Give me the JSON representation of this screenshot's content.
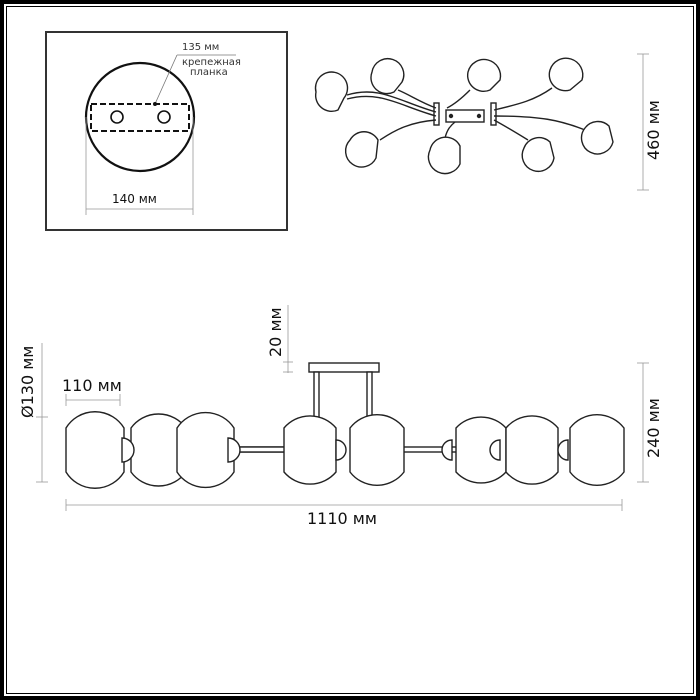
{
  "inset": {
    "plate_label_dim": "135 мм",
    "plate_label_line1": "крепежная",
    "plate_label_line2": "планка",
    "canopy_diameter": "140 мм"
  },
  "top_view": {
    "width_dim": "460 мм",
    "shade_count": 8
  },
  "side_view": {
    "canopy_height_dim": "20 мм",
    "shade_diameter_dim": "Ø130 мм",
    "shade_spacing_dim": "110 мм",
    "total_height_dim": "240 мм",
    "total_length_dim": "1110 мм"
  },
  "colors": {
    "line": "#222222",
    "dimension_line": "#888888",
    "background": "#ffffff"
  }
}
